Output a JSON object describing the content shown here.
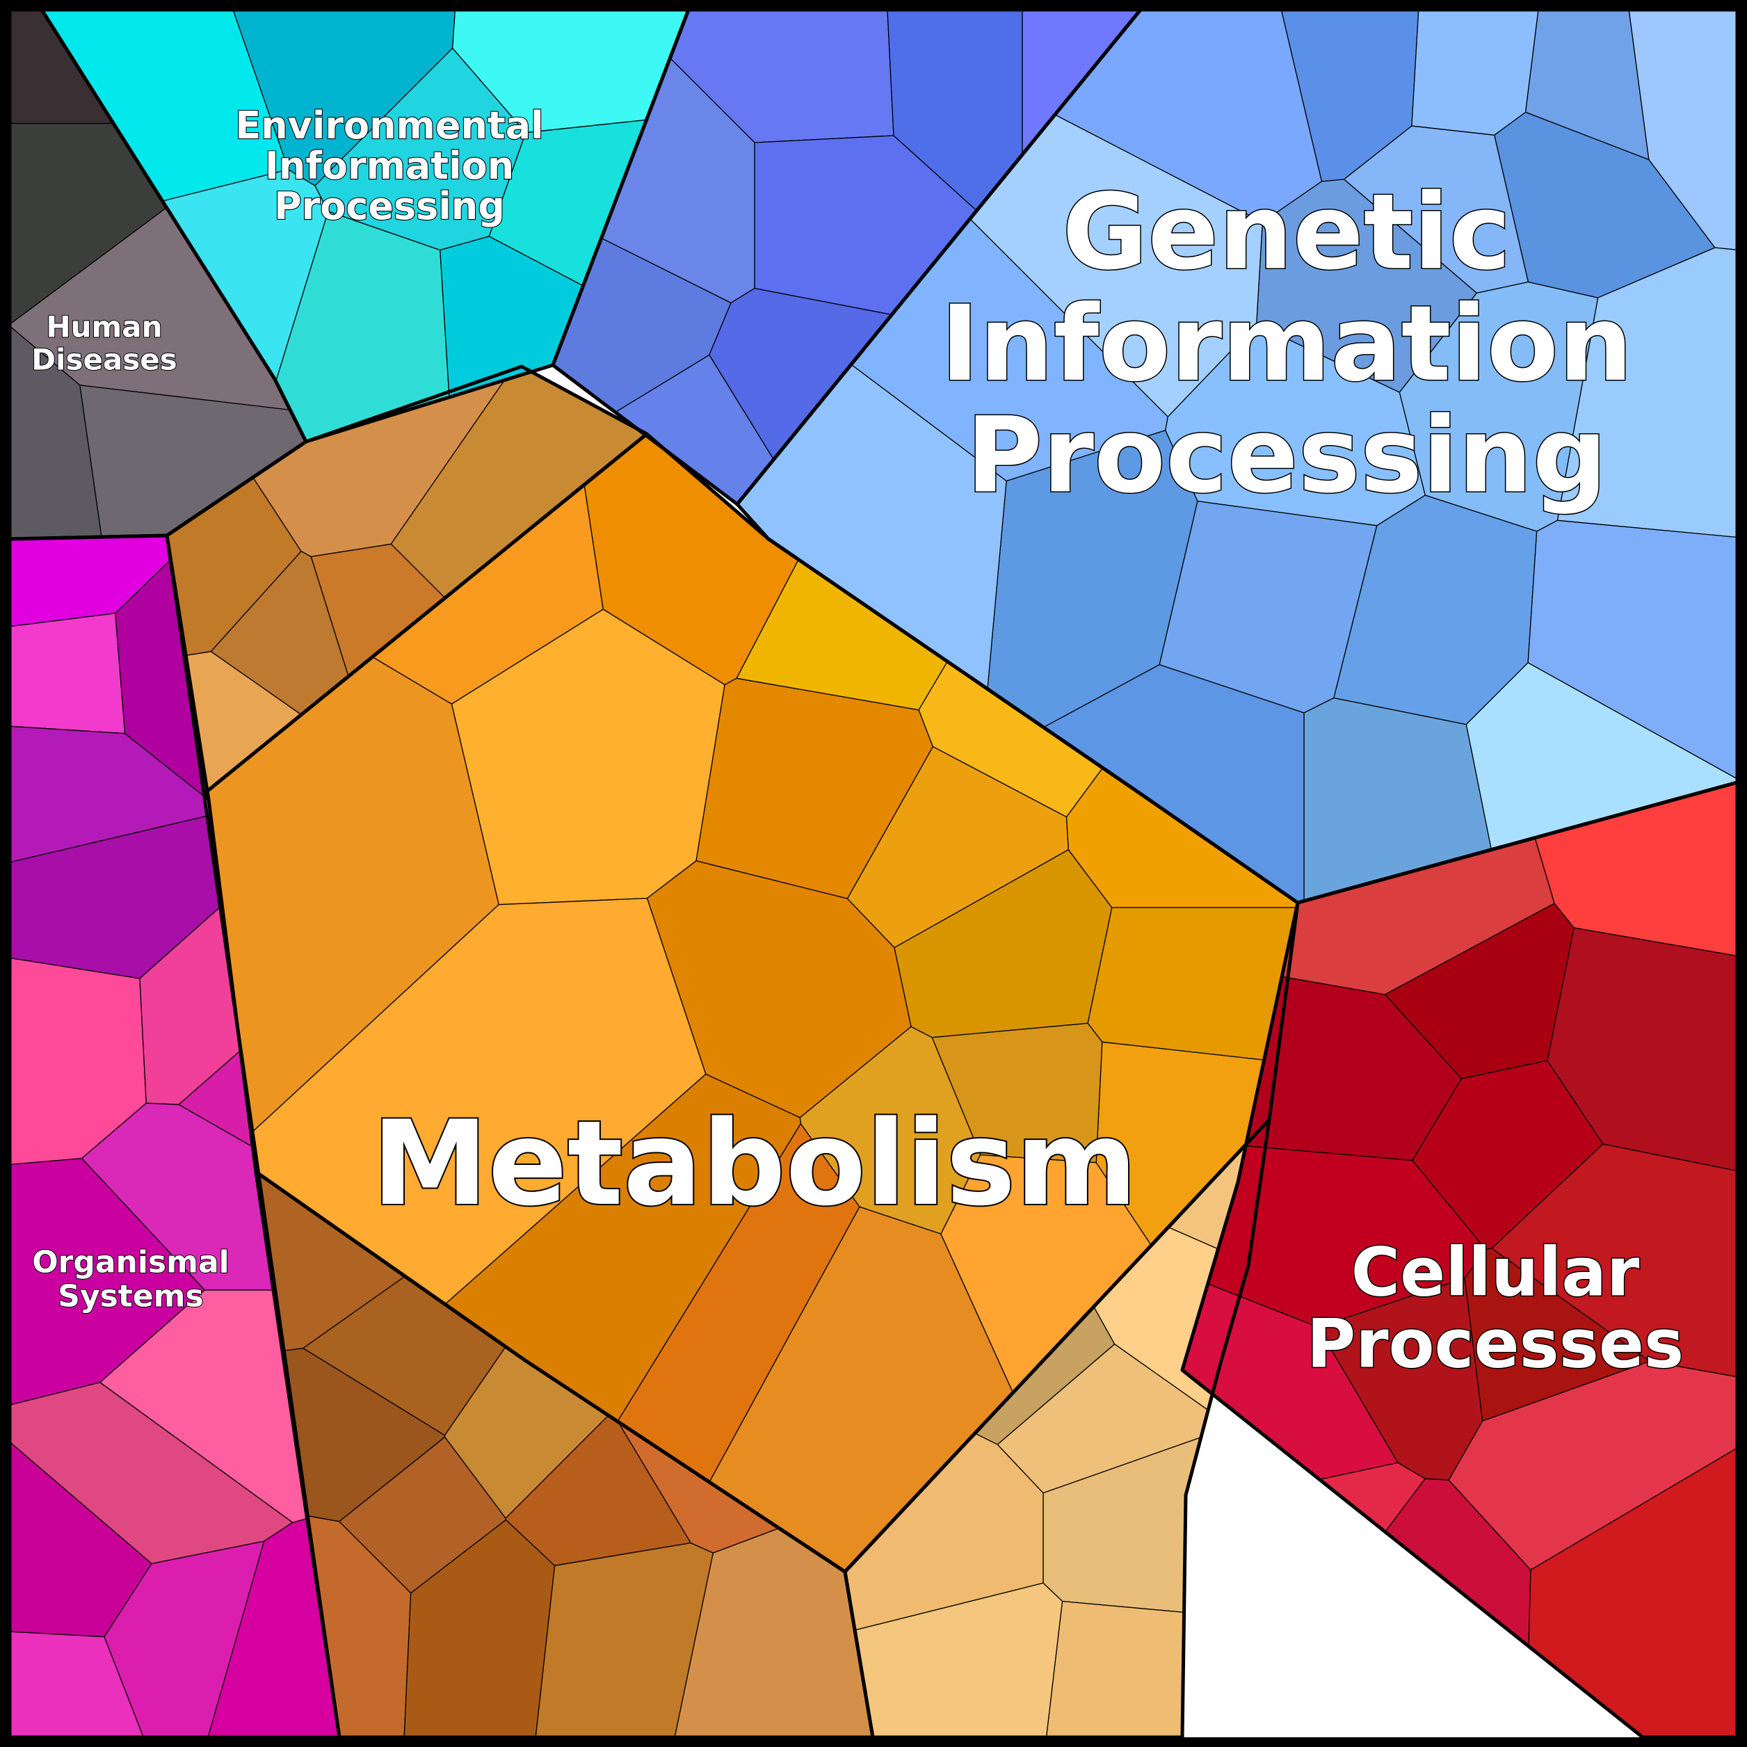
{
  "regions": [
    {
      "key": "metabolism",
      "label_lines": [
        "Metabolism"
      ],
      "colors": [
        "#F79A1E",
        "#EE8E00",
        "#FFB02E",
        "#E48800",
        "#EC9520",
        "#E08500",
        "#FFAA30",
        "#DA7F00",
        "#F0B500",
        "#F7B818",
        "#ECA010",
        "#D89500",
        "#F0A000",
        "#E59A00",
        "#F2A010",
        "#D7961A",
        "#E0A020",
        "#E68C20",
        "#E07510",
        "#FFA430"
      ]
    },
    {
      "key": "metabolism-brown",
      "label_lines": [],
      "colors": [
        "#C07A28",
        "#D4904A",
        "#C98A34",
        "#BD7A30",
        "#E8A554",
        "#CB7A2A",
        "#AF6424",
        "#A9621F",
        "#9A561C",
        "#B26226",
        "#C46A2C",
        "#A95B16",
        "#D06C2E",
        "#B85E1C"
      ]
    },
    {
      "key": "metabolism-tan",
      "label_lines": [],
      "colors": [
        "#F2C47E",
        "#FFD08A",
        "#EFC07A",
        "#C7A260",
        "#E8BE7A",
        "#F0BA70",
        "#F5C67E",
        "#EEBC72"
      ]
    },
    {
      "key": "genetic",
      "label_lines": [
        "Genetic",
        "Information",
        "Processing"
      ],
      "colors": [
        "#7BA8FF",
        "#5B90E8",
        "#8CBEFF",
        "#6FA2E8",
        "#9CC7FF",
        "#5A93E0",
        "#84B6F8",
        "#6A9CDF",
        "#A4D0FF",
        "#80B4FF",
        "#5E9AE4",
        "#90C2FF",
        "#72A6F0",
        "#66A0E8",
        "#7EAEFA",
        "#9ACBFF",
        "#84BCF8",
        "#88C0FF",
        "#AAE0FF",
        "#6AA4DC",
        "#5E96E6"
      ]
    },
    {
      "key": "genetic-dark",
      "label_lines": [],
      "colors": [
        "#6678F2",
        "#4F6FE8",
        "#7078FF",
        "#5C70F0",
        "#6A86E8",
        "#5E7CE0",
        "#546AE6",
        "#6482EA"
      ]
    },
    {
      "key": "environmental",
      "label_lines": [
        "Environmental",
        "Information",
        "Processing"
      ],
      "colors": [
        "#00B4D0",
        "#3EF8F4",
        "#00E8EC",
        "#20D4E0",
        "#18E0DC",
        "#3AE4F0",
        "#30DDD6",
        "#00CCDD"
      ]
    },
    {
      "key": "human",
      "label_lines": [
        "Human",
        "Diseases"
      ],
      "colors": [
        "#7E7078",
        "#3A3034",
        "#3C3E3C",
        "#6E6870",
        "#5E5A62"
      ]
    },
    {
      "key": "organismal",
      "label_lines": [
        "Organismal",
        "Systems"
      ],
      "colors": [
        "#E000E0",
        "#F23ACC",
        "#B000A0",
        "#B41AB8",
        "#A80EA8",
        "#FF4A9A",
        "#F0409A",
        "#D81EA8",
        "#DA28B8",
        "#CA00A0",
        "#FF5EA0",
        "#E04882",
        "#C80098",
        "#DC1EAE",
        "#EA30BC",
        "#D600A0"
      ]
    },
    {
      "key": "cellular",
      "label_lines": [
        "Cellular",
        "Processes"
      ],
      "colors": [
        "#B2001C",
        "#A80010",
        "#B60018",
        "#C0001E",
        "#B0101E",
        "#C21820",
        "#AA1410",
        "#B0141A",
        "#DA3E3E",
        "#FF3E3E",
        "#D80E40",
        "#E42848",
        "#CC0E3A",
        "#E4364A",
        "#D01A1E",
        "#C8121A"
      ]
    }
  ]
}
